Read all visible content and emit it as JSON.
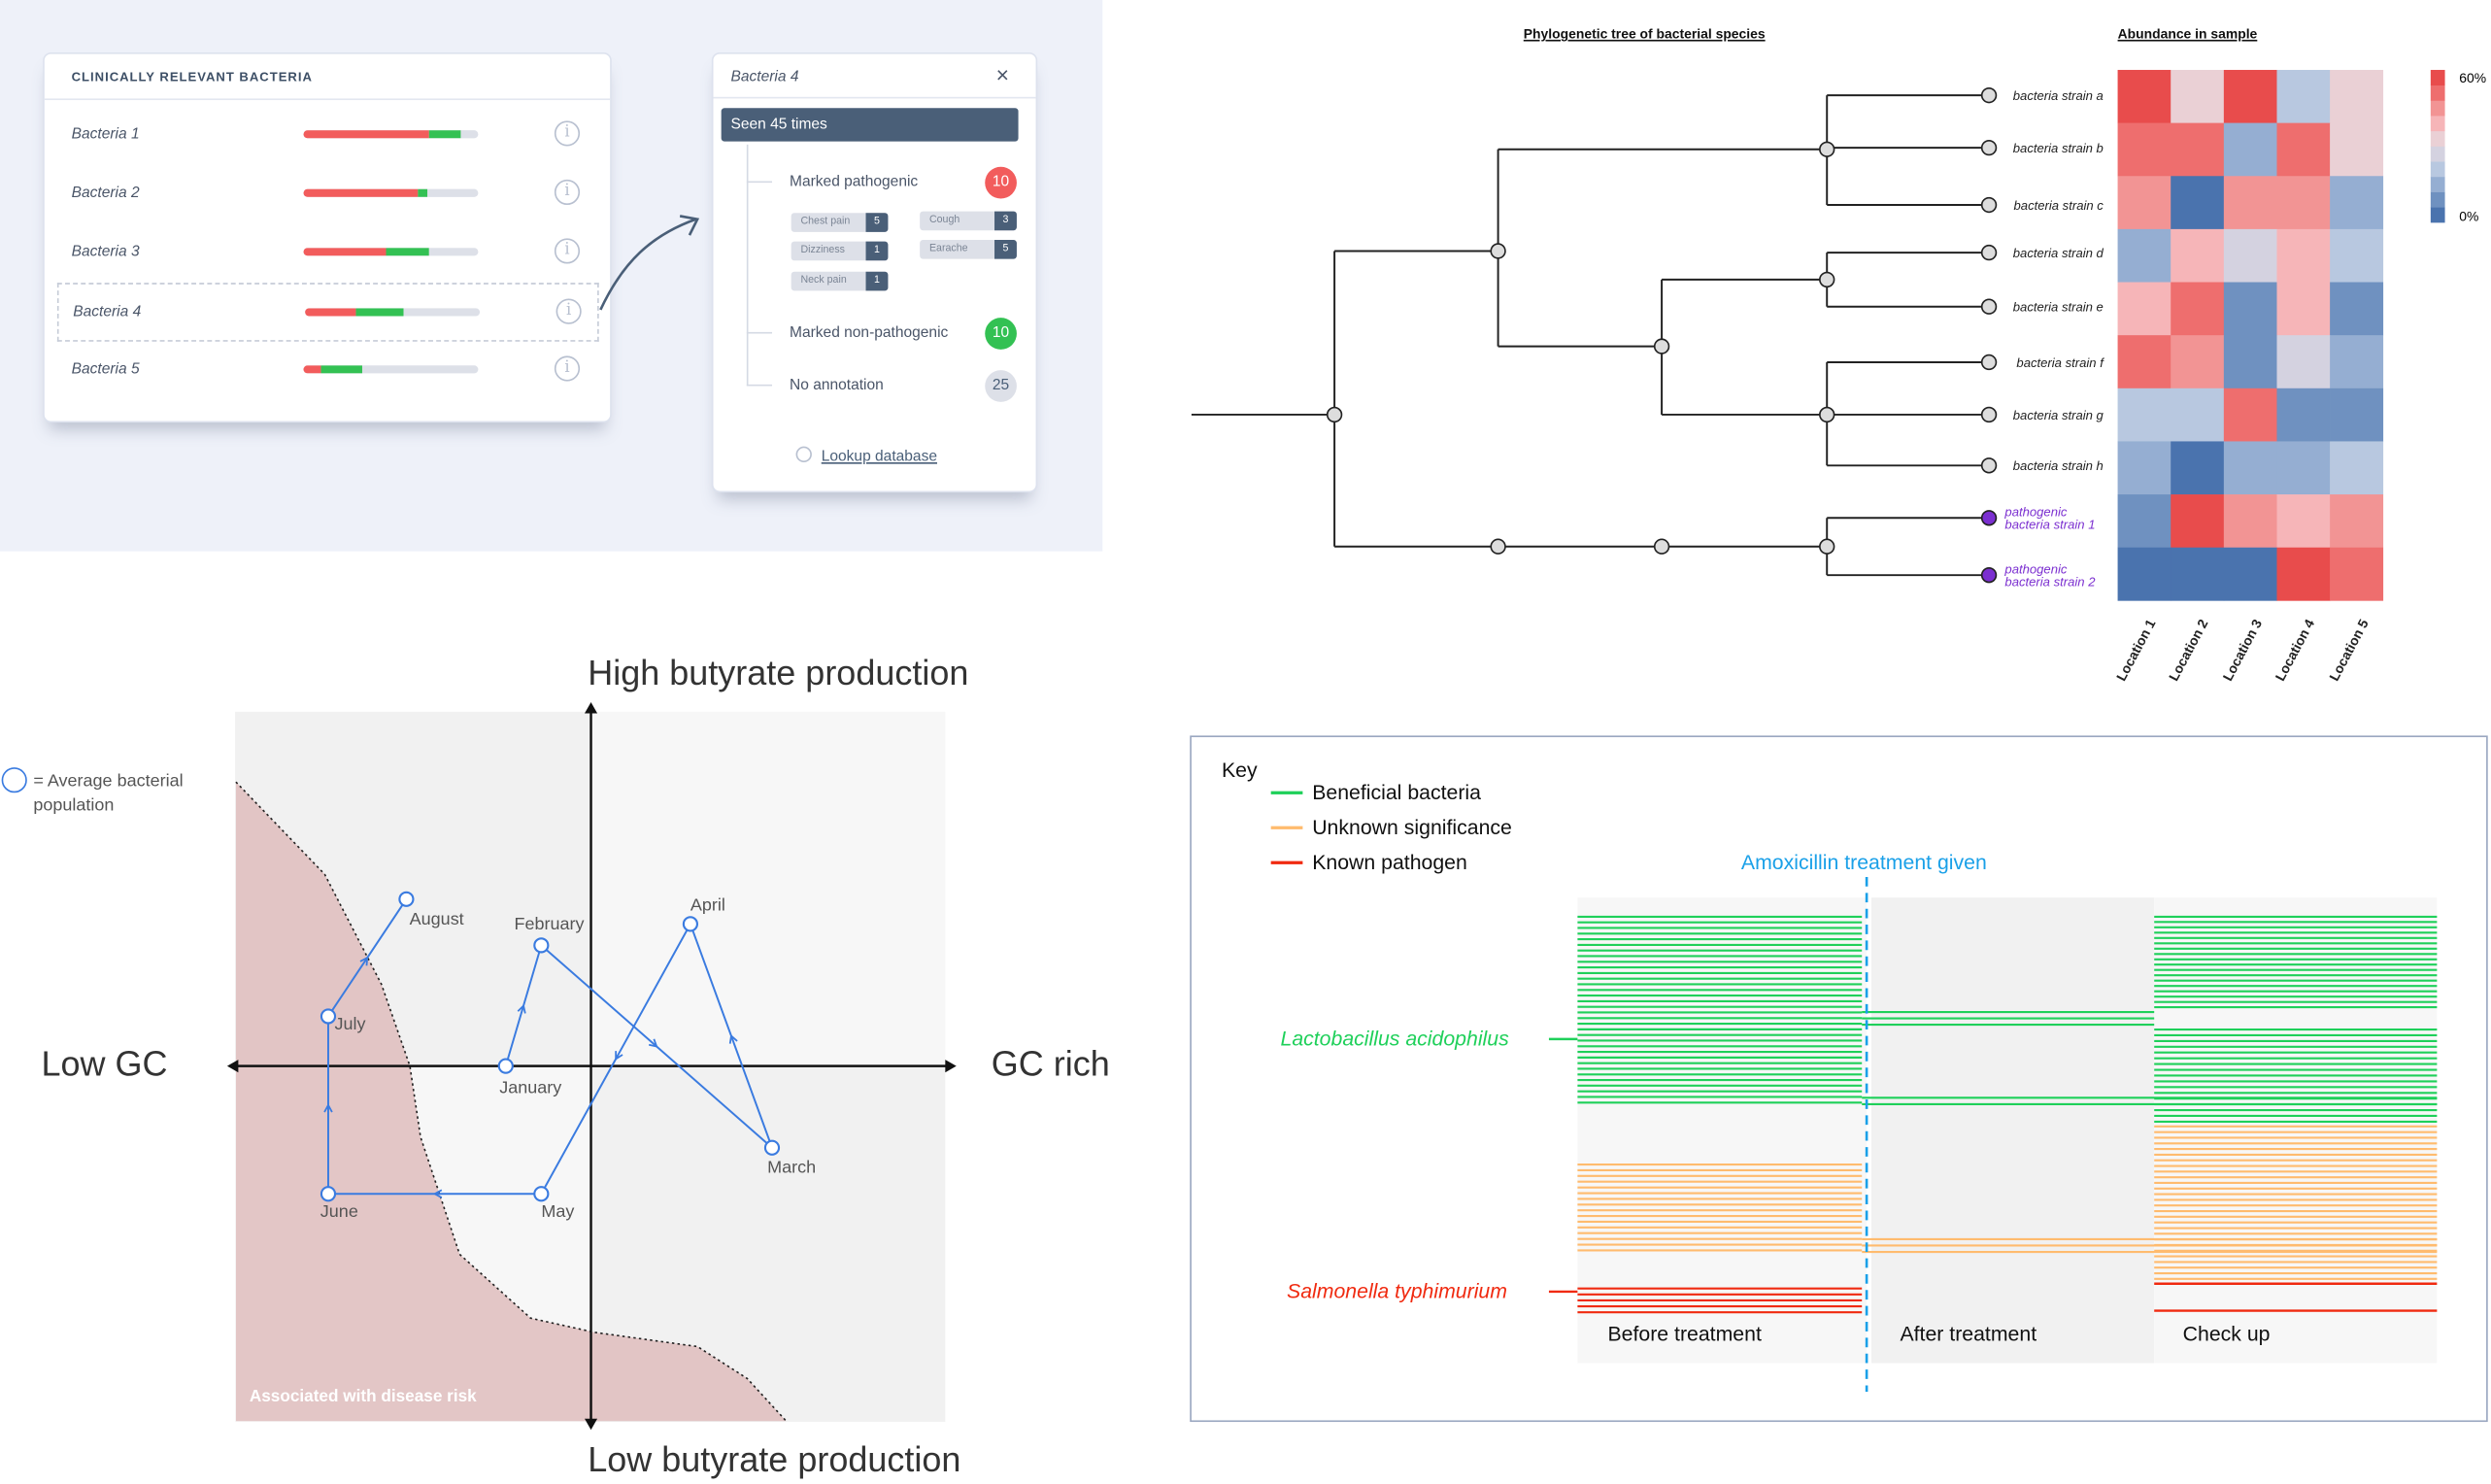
{
  "colors": {
    "pathogenic": "#f25c5c",
    "non_pathogenic": "#33c153",
    "neutral_badge": "#dde0e8",
    "purple": "#7b2fd0",
    "beneficial": "#1fd05a",
    "unknown": "#ffbb6e",
    "pathogen": "#f02a10",
    "treatment": "#1aa0e8"
  },
  "bacteria_panel": {
    "title": "CLINICALLY RELEVANT BACTERIA",
    "selected": 3,
    "rows": [
      {
        "name": "Bacteria 1",
        "pathogenic_fraction": 0.72,
        "non_pathogenic_fraction": 0.18
      },
      {
        "name": "Bacteria 2",
        "pathogenic_fraction": 0.65,
        "non_pathogenic_fraction": 0.06
      },
      {
        "name": "Bacteria 3",
        "pathogenic_fraction": 0.47,
        "non_pathogenic_fraction": 0.25
      },
      {
        "name": "Bacteria 4",
        "pathogenic_fraction": 0.29,
        "non_pathogenic_fraction": 0.27
      },
      {
        "name": "Bacteria 5",
        "pathogenic_fraction": 0.1,
        "non_pathogenic_fraction": 0.24
      }
    ],
    "info_icon": "i"
  },
  "detail": {
    "title": "Bacteria 4",
    "close": "×",
    "seen": "Seen 45 times",
    "groups": [
      {
        "label": "Marked pathogenic",
        "count": "10"
      },
      {
        "label": "Marked non-pathogenic",
        "count": "10"
      },
      {
        "label": "No annotation",
        "count": "25"
      }
    ],
    "symptoms": [
      {
        "label": "Chest pain",
        "count": "5"
      },
      {
        "label": "Cough",
        "count": "3"
      },
      {
        "label": "Dizziness",
        "count": "1"
      },
      {
        "label": "Earache",
        "count": "5"
      },
      {
        "label": "Neck pain",
        "count": "1"
      }
    ],
    "lookup": "Lookup database"
  },
  "phylo": {
    "title": "Phylogenetic tree of bacterial species",
    "heatmap_title": "Abundance in sample",
    "legend_max": "60%",
    "legend_min": "0%",
    "leaves": [
      {
        "label": "bacteria strain a",
        "pathogenic": false
      },
      {
        "label": "bacteria strain b",
        "pathogenic": false
      },
      {
        "label": "bacteria strain c",
        "pathogenic": false
      },
      {
        "label": "bacteria strain d",
        "pathogenic": false
      },
      {
        "label": "bacteria strain e",
        "pathogenic": false
      },
      {
        "label": "bacteria strain f",
        "pathogenic": false
      },
      {
        "label": "bacteria strain g",
        "pathogenic": false
      },
      {
        "label": "bacteria strain h",
        "pathogenic": false
      },
      {
        "label": "pathogenic",
        "label2": "bacteria strain 1",
        "pathogenic": true
      },
      {
        "label": "pathogenic",
        "label2": "bacteria strain 2",
        "pathogenic": true
      }
    ],
    "locations": [
      "Location 1",
      "Location 2",
      "Location 3",
      "Location 4",
      "Location 5"
    ],
    "scale_colors": [
      "#4a73ae",
      "#6f91c0",
      "#95aed2",
      "#b8c8e0",
      "#d4d2e0",
      "#ead0d5",
      "#f6b5b8",
      "#f29494",
      "#ee6e6e",
      "#e84c4c"
    ],
    "abundance_pct": [
      [
        60,
        33,
        60,
        20,
        33
      ],
      [
        53,
        53,
        13,
        53,
        33
      ],
      [
        47,
        0,
        47,
        47,
        13
      ],
      [
        13,
        40,
        27,
        40,
        20
      ],
      [
        40,
        53,
        7,
        40,
        7
      ],
      [
        53,
        47,
        7,
        27,
        13
      ],
      [
        20,
        20,
        53,
        7,
        7
      ],
      [
        13,
        0,
        13,
        13,
        20
      ],
      [
        7,
        60,
        47,
        40,
        47
      ],
      [
        0,
        0,
        0,
        60,
        53
      ]
    ]
  },
  "chart_data": {
    "type": "scatter",
    "title": "",
    "xlabel_left": "Low GC",
    "xlabel_right": "GC rich",
    "ylabel_top": "High butyrate production",
    "ylabel_bottom": "Low butyrate production",
    "xlim": [
      -1,
      1
    ],
    "ylim": [
      -1,
      1
    ],
    "legend": "= Average bacterial population",
    "region_label": "Associated with disease risk",
    "points": [
      {
        "label": "January",
        "x": -0.24,
        "y": 0.0
      },
      {
        "label": "February",
        "x": -0.14,
        "y": 0.34
      },
      {
        "label": "March",
        "x": 0.51,
        "y": -0.23
      },
      {
        "label": "April",
        "x": 0.28,
        "y": 0.4
      },
      {
        "label": "May",
        "x": -0.14,
        "y": -0.36
      },
      {
        "label": "June",
        "x": -0.74,
        "y": -0.36
      },
      {
        "label": "July",
        "x": -0.74,
        "y": 0.14
      },
      {
        "label": "August",
        "x": -0.52,
        "y": 0.47
      }
    ],
    "disease_boundary": [
      [
        -1,
        0.8
      ],
      [
        -0.75,
        0.54
      ],
      [
        -0.59,
        0.23
      ],
      [
        -0.51,
        0
      ],
      [
        -0.48,
        -0.2
      ],
      [
        -0.37,
        -0.53
      ],
      [
        -0.17,
        -0.71
      ],
      [
        0.01,
        -0.75
      ],
      [
        0.3,
        -0.79
      ],
      [
        0.44,
        -0.88
      ],
      [
        0.55,
        -1
      ]
    ]
  },
  "treatment": {
    "key": "Key",
    "legend": [
      "Beneficial bacteria",
      "Unknown significance",
      "Known pathogen"
    ],
    "event": "Amoxicillin treatment given",
    "species": [
      "Lactobacillus acidophilus",
      "Salmonella typhimurium"
    ],
    "columns": [
      {
        "label": "Before treatment",
        "beneficial": 34,
        "unknown": 16,
        "pathogen": 5
      },
      {
        "label": "After treatment",
        "beneficial": 5,
        "unknown": 3,
        "pathogen": 0
      },
      {
        "label": "Check up",
        "beneficial": 35,
        "unknown": 28,
        "pathogen": 2
      }
    ]
  }
}
